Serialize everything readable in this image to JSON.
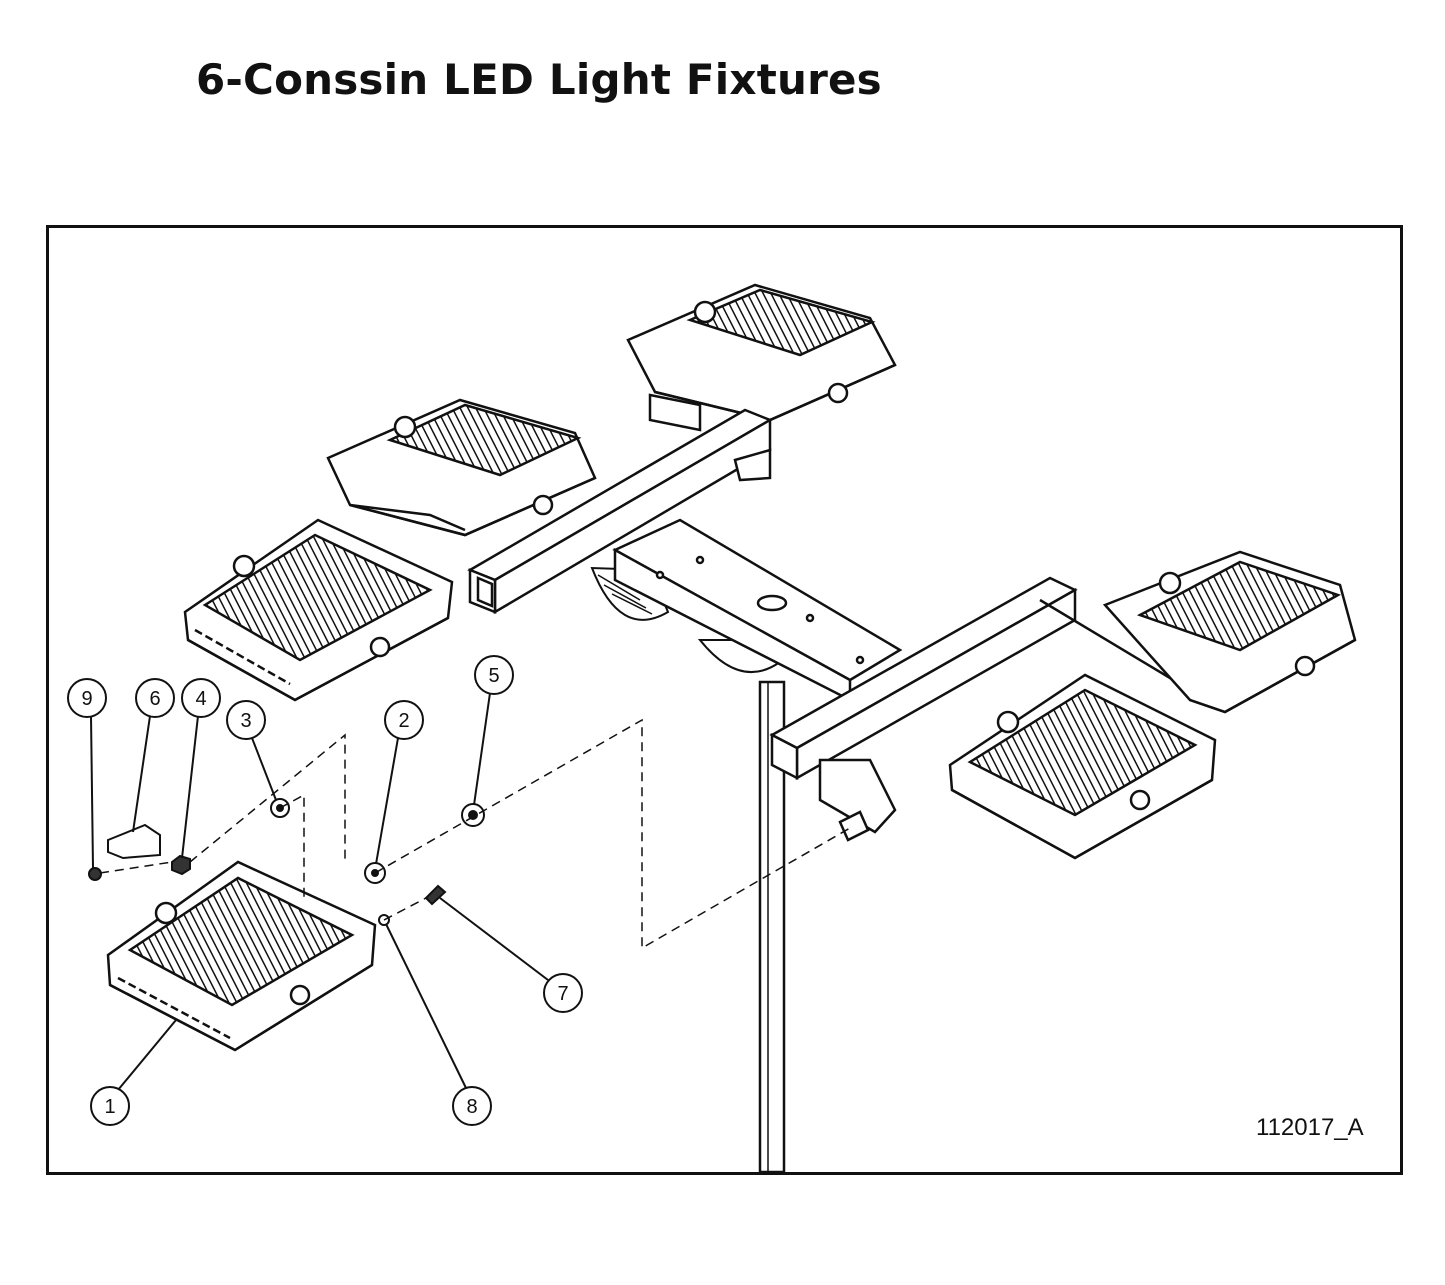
{
  "title": "6-Conssin LED Light Fixtures",
  "drawing_id": "112017_A",
  "callouts": [
    {
      "id": "1",
      "label": "1"
    },
    {
      "id": "2",
      "label": "2"
    },
    {
      "id": "3",
      "label": "3"
    },
    {
      "id": "4",
      "label": "4"
    },
    {
      "id": "5",
      "label": "5"
    },
    {
      "id": "6",
      "label": "6"
    },
    {
      "id": "7",
      "label": "7"
    },
    {
      "id": "8",
      "label": "8"
    },
    {
      "id": "9",
      "label": "9"
    }
  ],
  "line_color": "#111111"
}
